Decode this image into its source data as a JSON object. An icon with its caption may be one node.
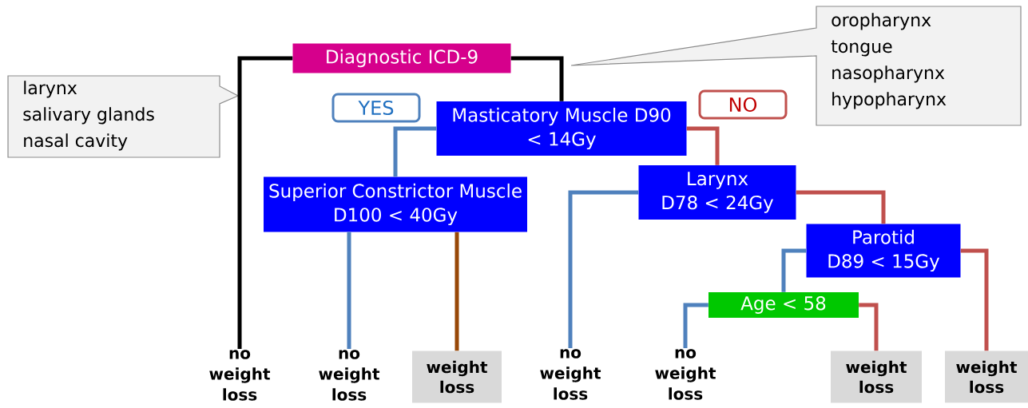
{
  "diagram": {
    "nodes": [
      {
        "text": [
          "Diagnostic ICD-9"
        ]
      },
      {
        "text": [
          "larynx",
          "salivary glands",
          "nasal cavity"
        ]
      },
      {
        "text": [
          "oropharynx",
          "tongue",
          "nasopharynx",
          "hypopharynx"
        ]
      },
      {
        "text": [
          "Masticatory Muscle D90 < 14Gy"
        ]
      },
      {
        "text": [
          "Superior Constrictor Muscle D100 < 40Gy"
        ]
      },
      {
        "text": [
          "Larynx D78 < 24Gy"
        ]
      },
      {
        "text": [
          "Parotid D89 < 15Gy"
        ]
      },
      {
        "text": [
          "Age < 58"
        ]
      },
      {
        "text": [
          "no weight loss"
        ]
      },
      {
        "text": [
          "no weight loss"
        ]
      },
      {
        "text": [
          "weight loss"
        ]
      },
      {
        "text": [
          "no weight loss"
        ]
      },
      {
        "text": [
          "no weight loss"
        ]
      },
      {
        "text": [
          "weight loss"
        ]
      },
      {
        "text": [
          "weight loss"
        ]
      }
    ],
    "edges": [
      {
        "from": 0,
        "to": 8,
        "arrow": "none",
        "color": "#000000"
      },
      {
        "from": 0,
        "to": 3,
        "arrow": "none",
        "color": "#000000"
      },
      {
        "from": 3,
        "to": 4,
        "arrow": "none",
        "label": "YES"
      },
      {
        "from": 3,
        "to": 5,
        "arrow": "none",
        "label": "NO",
        "color": "#c0504d"
      },
      {
        "from": 4,
        "to": 9,
        "arrow": "none"
      },
      {
        "from": 4,
        "to": 10,
        "arrow": "none",
        "color": "#984807"
      },
      {
        "from": 5,
        "to": 11,
        "arrow": "none"
      },
      {
        "from": 5,
        "to": 6,
        "arrow": "none",
        "color": "#c0504d"
      },
      {
        "from": 6,
        "to": 7,
        "arrow": "none"
      },
      {
        "from": 6,
        "to": 14,
        "arrow": "none",
        "color": "#c0504d"
      },
      {
        "from": 7,
        "to": 12,
        "arrow": "none"
      },
      {
        "from": 7,
        "to": 13,
        "arrow": "none",
        "color": "#c0504d"
      }
    ]
  }
}
